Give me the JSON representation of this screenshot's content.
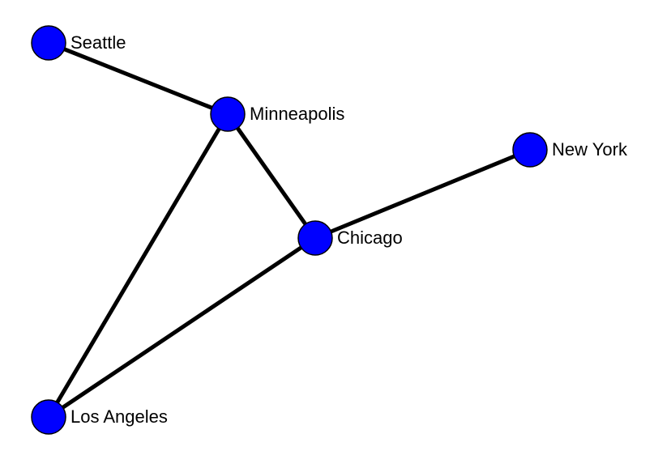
{
  "graph": {
    "colors": {
      "node_fill": "#0000ff",
      "node_stroke": "#000000",
      "edge": "#000000",
      "label": "#000000",
      "background": "#ffffff"
    },
    "nodes": [
      {
        "id": "seattle",
        "label": "Seattle"
      },
      {
        "id": "minneapolis",
        "label": "Minneapolis"
      },
      {
        "id": "new-york",
        "label": "New York"
      },
      {
        "id": "chicago",
        "label": "Chicago"
      },
      {
        "id": "los-angeles",
        "label": "Los Angeles"
      }
    ],
    "edges": [
      {
        "from": "seattle",
        "to": "minneapolis"
      },
      {
        "from": "minneapolis",
        "to": "chicago"
      },
      {
        "from": "minneapolis",
        "to": "los-angeles"
      },
      {
        "from": "chicago",
        "to": "new-york"
      },
      {
        "from": "chicago",
        "to": "los-angeles"
      }
    ]
  }
}
